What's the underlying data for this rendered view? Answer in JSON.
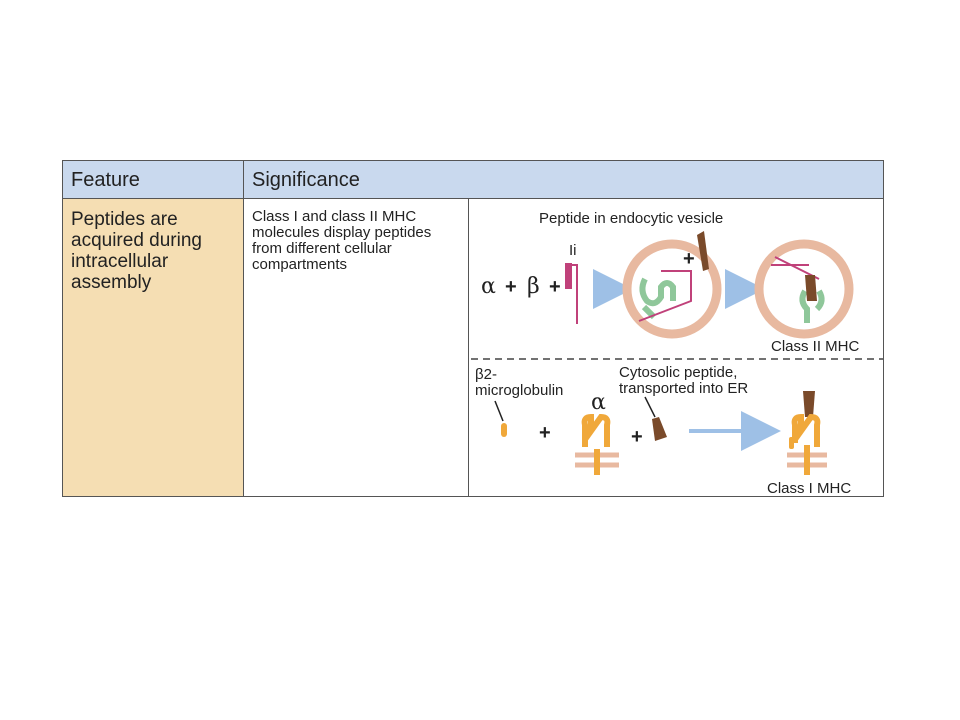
{
  "table": {
    "header_feature": "Feature",
    "header_significance": "Significance",
    "feature_text": "Peptides are acquired during intracellular assembly",
    "significance_text": "Class I and class II MHC molecules display peptides from different cellular compartments"
  },
  "class_ii": {
    "vesicle_label": "Peptide in endocytic vesicle",
    "alpha_symbol": "α",
    "beta_symbol": "β",
    "plus": "+",
    "ii_label": "Ii",
    "result_label": "Class II MHC"
  },
  "class_i": {
    "b2m_label_1": "β2-",
    "b2m_label_2": "microglobulin",
    "alpha_label": "α",
    "peptide_label_1": "Cytosolic peptide,",
    "peptide_label_2": "transported into ER",
    "plus": "+",
    "result_label": "Class I MHC"
  },
  "colors": {
    "header_bg": "#c9d9ee",
    "feature_bg": "#f5deb3",
    "vesicle": "#f2c7b0",
    "membrane": "#e8b9a0",
    "mhc_ii_green": "#8fc79a",
    "invariant_chain": "#c0417a",
    "class_i_orange": "#f0a83a",
    "peptide_brown": "#7a4a2a",
    "arrow_blue": "#9ec0e6"
  }
}
